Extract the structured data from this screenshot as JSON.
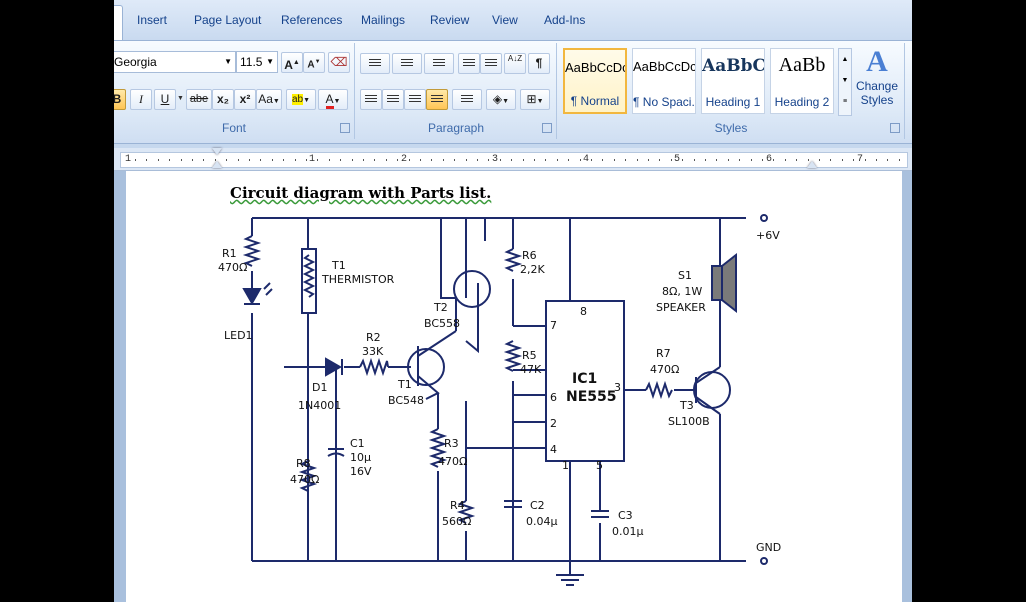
{
  "tabs": [
    "Insert",
    "Page Layout",
    "References",
    "Mailings",
    "Review",
    "View",
    "Add-Ins"
  ],
  "ribbon": {
    "font": {
      "name": "Georgia",
      "size": "11.5",
      "group_label": "Font",
      "grow": "A",
      "shrink": "A",
      "bold": "B",
      "italic": "I",
      "underline": "U",
      "strike": "abe",
      "subscript": "x₂",
      "superscript": "x²",
      "change_case": "Aa",
      "highlight": "ab",
      "font_color": "A"
    },
    "paragraph": {
      "group_label": "Paragraph",
      "sort": "A↓Z",
      "show_marks": "¶"
    },
    "styles": {
      "group_label": "Styles",
      "items": [
        {
          "sample": "AaBbCcDc",
          "name": "¶ Normal"
        },
        {
          "sample": "AaBbCcDc",
          "name": "¶ No Spaci..."
        },
        {
          "sample": "AaBbC",
          "name": "Heading 1"
        },
        {
          "sample": "AaBb",
          "name": "Heading 2"
        }
      ],
      "change_styles": "Change\nStyles",
      "change_icon_glyph": "A"
    }
  },
  "ruler": {
    "numbers": [
      "1",
      "1",
      "2",
      "3",
      "4",
      "5",
      "6",
      "7"
    ]
  },
  "document": {
    "heading": "Circuit diagram with Parts list.",
    "circuit": {
      "r1": "R1",
      "r1_val": "470Ω",
      "led1": "LED1",
      "t1": "T1",
      "thermistor": "THERMISTOR",
      "r2": "R2",
      "r2_val": "33K",
      "d1": "D1",
      "d1_val": "1N4001",
      "t1b": "T1",
      "t1b_val": "BC548",
      "t2": "T2",
      "t2_val": "BC558",
      "c1": "C1",
      "c1_val": "10µ",
      "c1_v": "16V",
      "r8": "R8",
      "r8_val": "470Ω",
      "r3": "R3",
      "r3_val": "470Ω",
      "r4": "R4",
      "r4_val": "560Ω",
      "r6": "R6",
      "r6_val": "2,2K",
      "r5": "R5",
      "r5_val": "47K",
      "c2": "C2",
      "c2_val": "0.04µ",
      "c3": "C3",
      "c3_val": "0.01µ",
      "ic1": "IC1",
      "ic1_val": "NE555",
      "pin8": "8",
      "pin7": "7",
      "pin6": "6",
      "pin2": "2",
      "pin4": "4",
      "pin1": "1",
      "pin5": "5",
      "pin3": "3",
      "r7": "R7",
      "r7_val": "470Ω",
      "t3": "T3",
      "t3_val": "SL100B",
      "s1": "S1",
      "s1_val": "8Ω, 1W",
      "s1_name": "SPEAKER",
      "vcc": "+6V",
      "gnd": "GND"
    }
  }
}
